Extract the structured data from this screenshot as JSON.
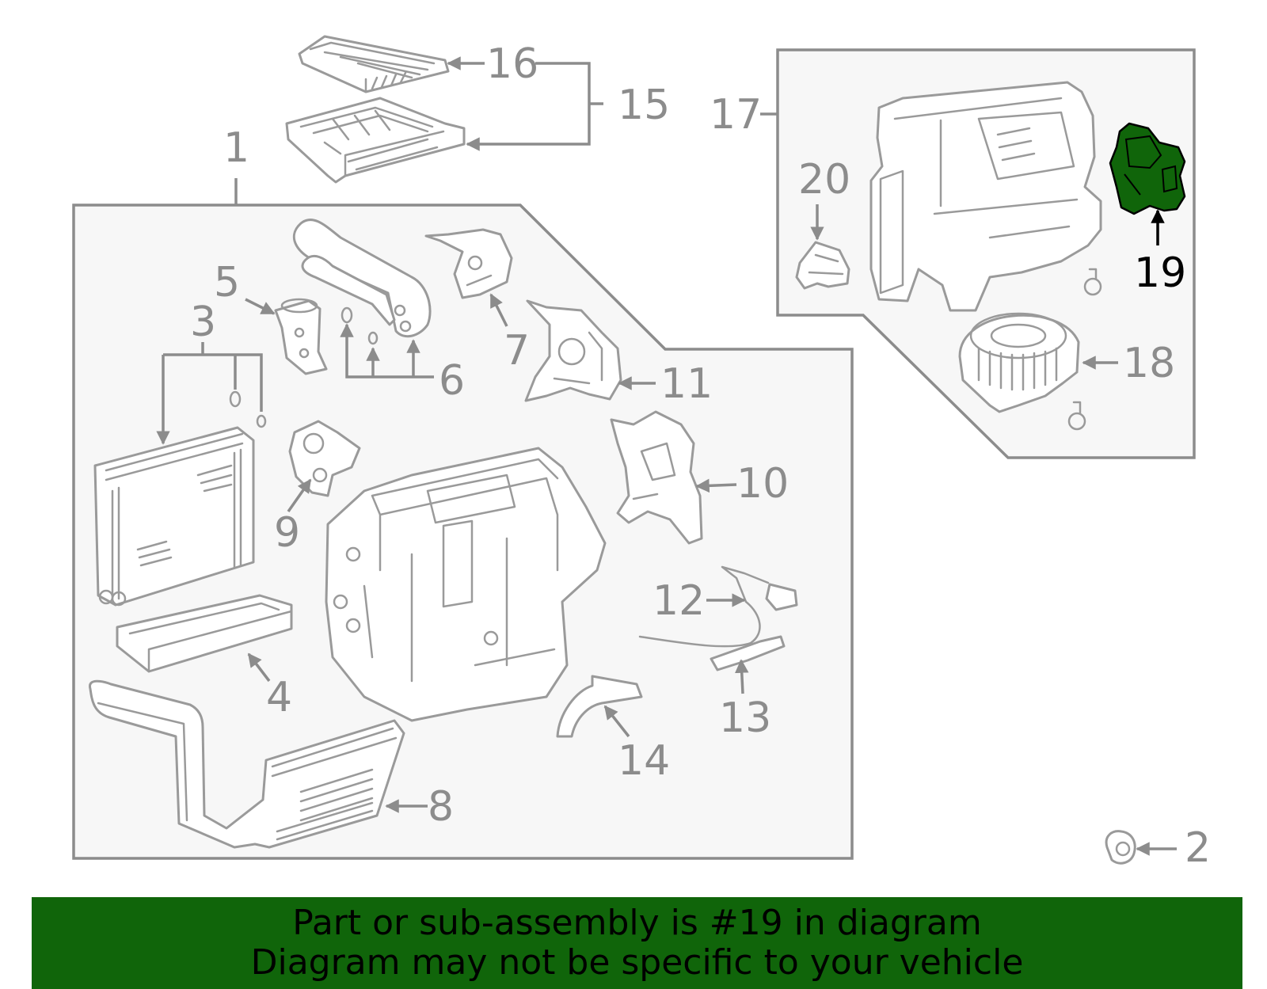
{
  "labels": {
    "l1": "1",
    "l2": "2",
    "l3": "3",
    "l4": "4",
    "l5": "5",
    "l6": "6",
    "l7": "7",
    "l8": "8",
    "l9": "9",
    "l10": "10",
    "l11": "11",
    "l12": "12",
    "l13": "13",
    "l14": "14",
    "l15": "15",
    "l16": "16",
    "l17": "17",
    "l18": "18",
    "l19": "19",
    "l20": "20"
  },
  "highlight": {
    "part_number": "19",
    "color": "#10650a"
  },
  "banner": {
    "line1": "Part or sub-assembly is #19 in diagram",
    "line2": "Diagram may not be specific to your vehicle",
    "color": "#10650a"
  },
  "colors": {
    "line": "#9a9a9a",
    "label": "#8c8c8c",
    "box_fill": "#f7f7f7"
  }
}
